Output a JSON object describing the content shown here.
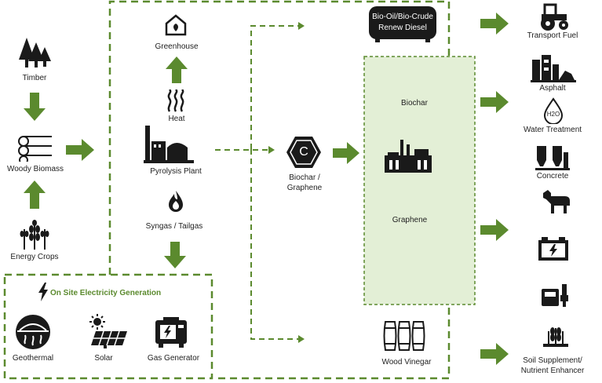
{
  "sources": {
    "timber": "Timber",
    "woody_biomass": "Woody Biomass",
    "energy_crops": "Energy Crops"
  },
  "process": {
    "greenhouse": "Greenhouse",
    "heat": "Heat",
    "pyrolysis_plant": "Pyrolysis Plant",
    "syngas": "Syngas / Tailgas"
  },
  "electricity": {
    "title": "On Site Electricity Generation",
    "geothermal": "Geothermal",
    "solar": "Solar",
    "gas_generator": "Gas Generator"
  },
  "products": {
    "bio_oil_line1": "Bio-Oil/Bio-Crude",
    "bio_oil_line2": "Renew Diesel",
    "biochar_graphene_line1": "Biochar /",
    "biochar_graphene_line2": "Graphene",
    "biochar": "Biochar",
    "graphene": "Graphene",
    "wood_vinegar": "Wood Vinegar",
    "carbon_symbol": "C"
  },
  "uses": {
    "transport_fuel": "Transport Fuel",
    "asphalt": "Asphalt",
    "water_treatment": "Water Treatment",
    "water_symbol": "H2O",
    "concrete": "Concrete",
    "soil_line1": "Soil Supplement/",
    "soil_line2": "Nutrient Enhancer"
  },
  "colors": {
    "green": "#5b8a2e",
    "panel_fill": "#e3efd6",
    "icon": "#1a1a1a"
  }
}
